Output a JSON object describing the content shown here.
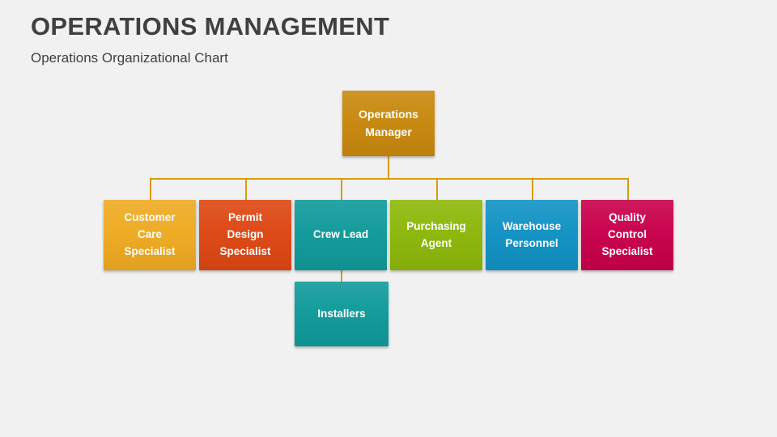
{
  "header": {
    "title": "OPERATIONS MANAGEMENT",
    "subtitle": "Operations Organizational Chart",
    "title_color": "#404040"
  },
  "theme": {
    "background": "#f1f1f1",
    "connector_color": "#d79b14",
    "text_color": "#ffffff"
  },
  "chart_data": {
    "type": "diagram",
    "diagram_type": "organizational-chart",
    "orientation": "top-down",
    "levels": 3,
    "nodes": [
      {
        "id": "operations-manager",
        "label": "Operations Manager",
        "lines": [
          "Operations",
          "Manager"
        ],
        "level": 1,
        "color": "#c8880d",
        "parent": null
      },
      {
        "id": "customer-care-specialist",
        "label": "Customer Care Specialist",
        "lines": [
          "Customer",
          "Care",
          "Specialist"
        ],
        "level": 2,
        "color": "#eeaa22",
        "parent": "operations-manager"
      },
      {
        "id": "permit-design-specialist",
        "label": "Permit Design Specialist",
        "lines": [
          "Permit",
          "Design",
          "Specialist"
        ],
        "level": 2,
        "color": "#dd4713",
        "parent": "operations-manager"
      },
      {
        "id": "crew-lead",
        "label": "Crew Lead",
        "lines": [
          "Crew Lead"
        ],
        "level": 2,
        "color": "#109a9a",
        "parent": "operations-manager"
      },
      {
        "id": "purchasing-agent",
        "label": "Purchasing Agent",
        "lines": [
          "Purchasing",
          "Agent"
        ],
        "level": 2,
        "color": "#8cb709",
        "parent": "operations-manager"
      },
      {
        "id": "warehouse-personnel",
        "label": "Warehouse Personnel",
        "lines": [
          "Warehouse",
          "Personnel"
        ],
        "level": 2,
        "color": "#1192c4",
        "parent": "operations-manager"
      },
      {
        "id": "quality-control-specialist",
        "label": "Quality Control Specialist",
        "lines": [
          "Quality",
          "Control",
          "Specialist"
        ],
        "level": 2,
        "color": "#c8004b",
        "parent": "operations-manager"
      },
      {
        "id": "installers",
        "label": "Installers",
        "lines": [
          "Installers"
        ],
        "level": 3,
        "color": "#109a9a",
        "parent": "crew-lead"
      }
    ]
  }
}
